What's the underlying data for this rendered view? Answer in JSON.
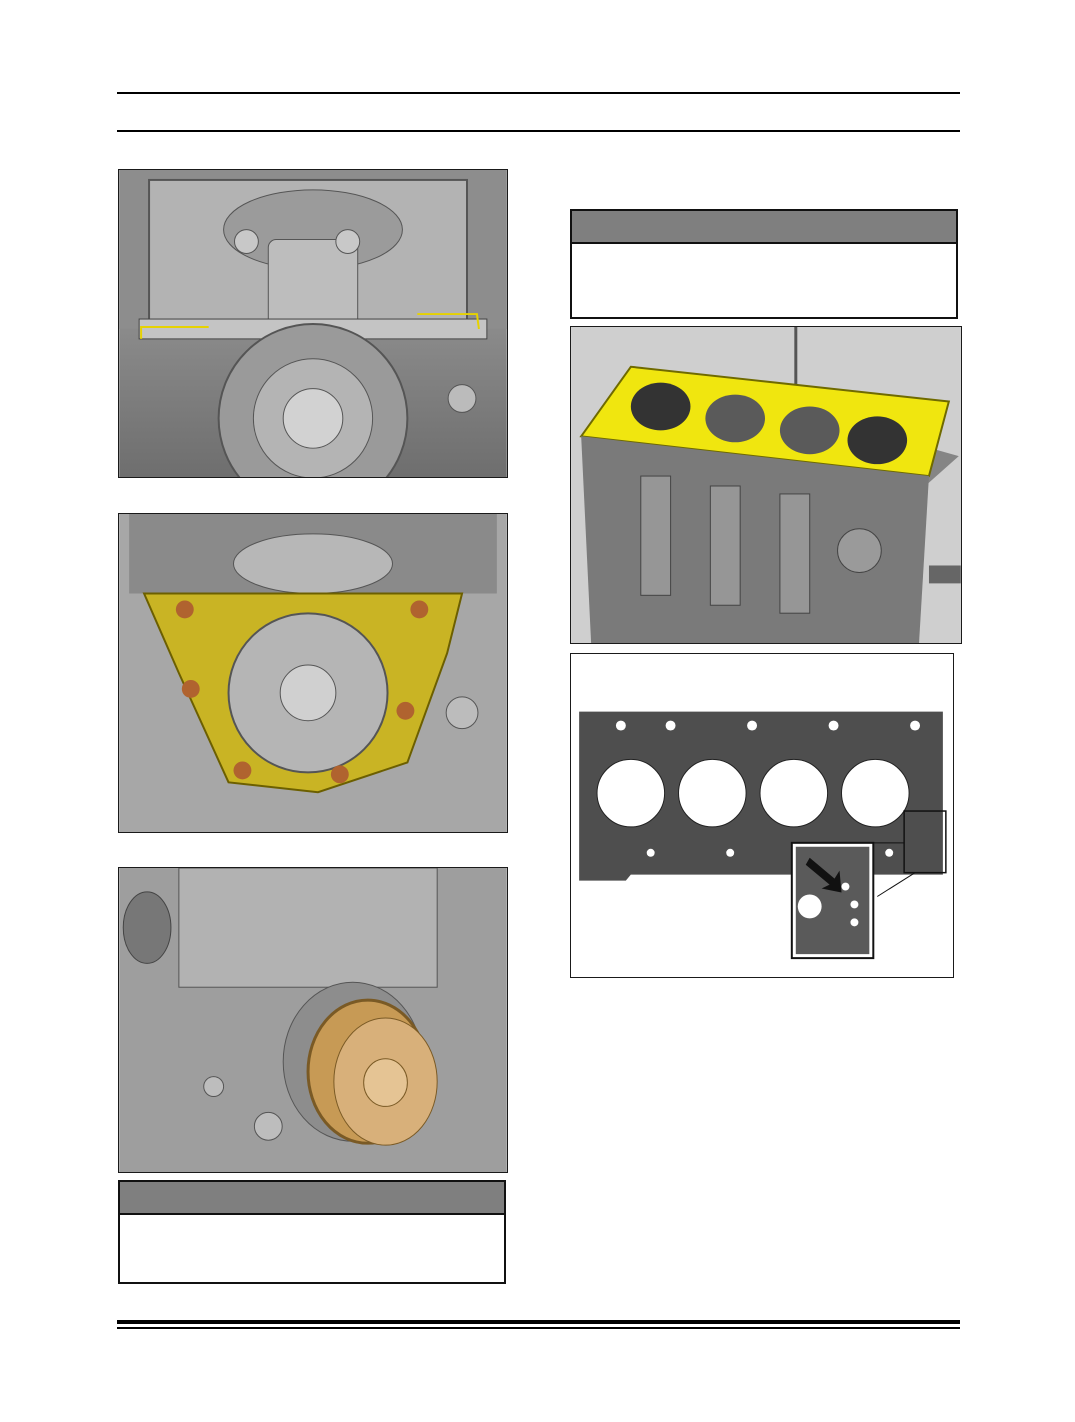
{
  "page": {
    "figures": [
      {
        "id": "rear-block-flange",
        "icon": "engine-block-rear-flange-illustration"
      },
      {
        "id": "rear-oil-seal-housing",
        "icon": "oil-seal-housing-illustration",
        "highlight_color": "#c9b424"
      },
      {
        "id": "seal-installer-tool",
        "icon": "seal-installer-illustration",
        "highlight_color": "#c79a55"
      },
      {
        "id": "head-gasket-on-block",
        "icon": "head-gasket-on-block-illustration",
        "highlight_color": "#f0e60f"
      },
      {
        "id": "head-gasket-detail",
        "icon": "gasket-identification-illustration"
      }
    ],
    "notes": [
      {
        "id": "note-right",
        "text": ""
      },
      {
        "id": "note-bottom",
        "text": ""
      }
    ]
  }
}
